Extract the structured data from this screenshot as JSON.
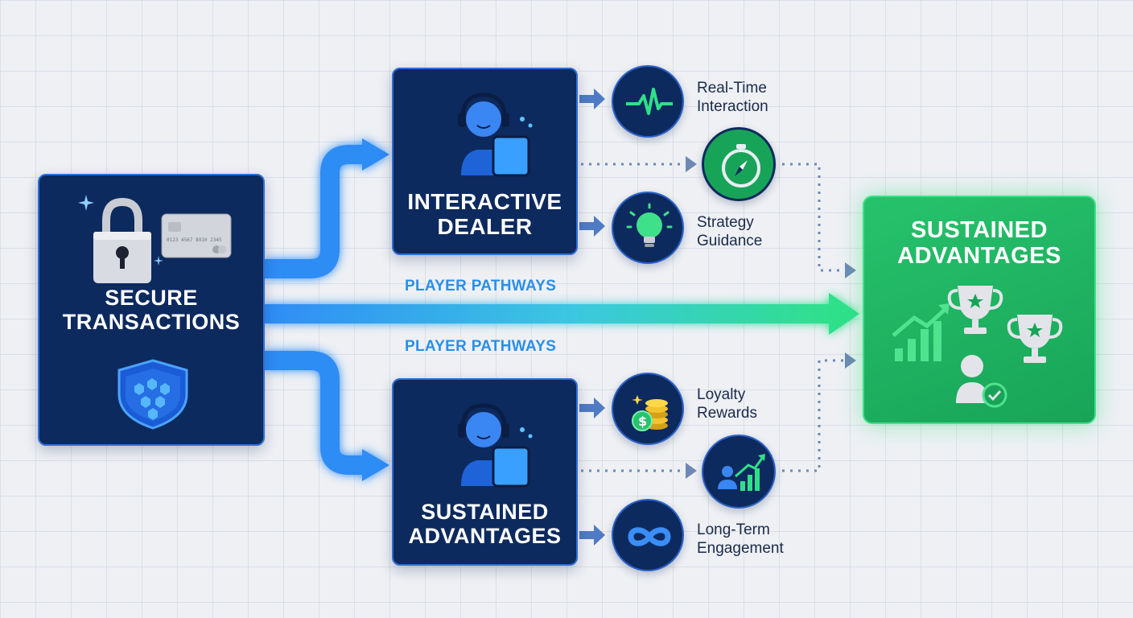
{
  "secure_box": {
    "title": "SECURE\nTRANSACTIONS",
    "card_text": "0123 4567 8910 2345"
  },
  "dealer_box": {
    "title": "INTERACTIVE\nDEALER"
  },
  "sustained_box": {
    "title": "SUSTAINED\nADVANTAGES"
  },
  "result_box": {
    "title": "SUSTAINED\nADVANTAGES"
  },
  "pathways": {
    "top": "PLAYER PATHWAYS",
    "bottom": "PLAYER PATHWAYS"
  },
  "features": {
    "realtime": "Real-Time\nInteraction",
    "strategy": "Strategy\nGuidance",
    "loyalty": "Loyalty\nRewards",
    "longterm": "Long-Term\nEngagement"
  },
  "colors": {
    "navy": "#0d2a5e",
    "blue_accent": "#2f6fd6",
    "green": "#1fb862",
    "pathway_text": "#2a8fe8"
  }
}
